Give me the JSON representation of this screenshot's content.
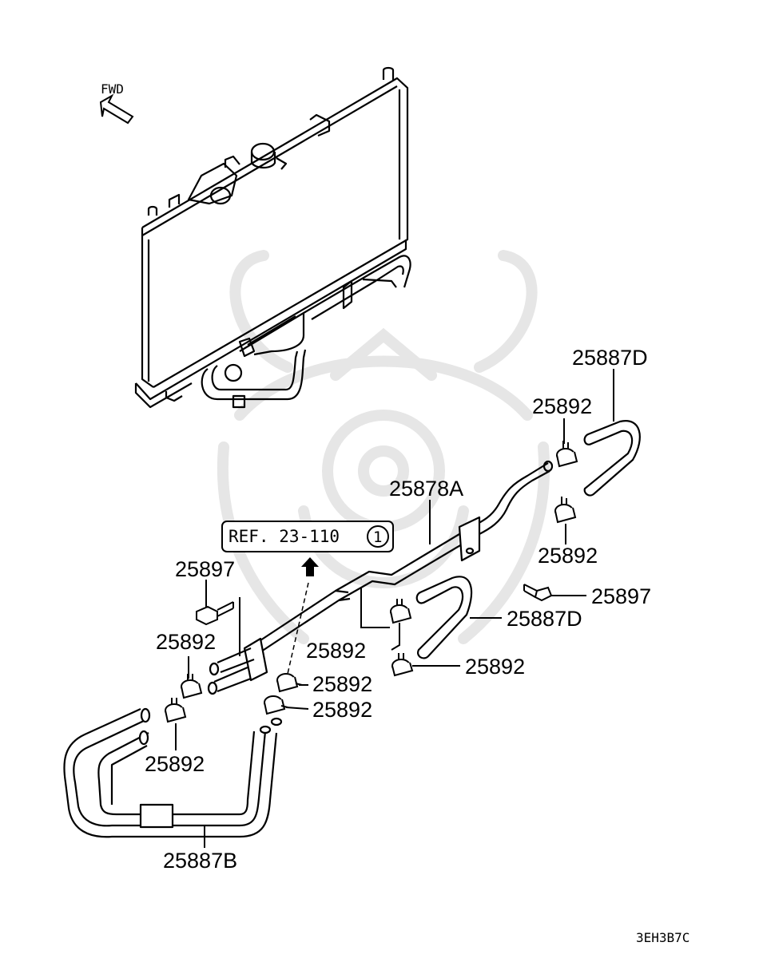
{
  "fwd_label": "FWD",
  "reference": {
    "text": "REF. 23-110",
    "circled_number": "1"
  },
  "drawing_code": "3EH3B7C",
  "part_labels": {
    "hose_d_upper": "25887D",
    "clamp_upper_1": "25892",
    "clamp_upper_2": "25892",
    "pipe_a": "25878A",
    "bolt_right": "25897",
    "hose_d_lower": "25887D",
    "bolt_left": "25897",
    "clamp_left_1": "25892",
    "clamp_center_1": "25892",
    "clamp_lower_right": "25892",
    "clamp_center_2": "25892",
    "clamp_center_3": "25892",
    "clamp_left_2": "25892",
    "hose_b": "25887B"
  },
  "icons": {
    "fwd_arrow": "fwd-arrow-icon",
    "ref_arrow": "up-arrow-icon",
    "watermark": "samurai-helmet-watermark-icon"
  },
  "colors": {
    "ink": "#000000",
    "watermark": "#e6e6e6",
    "background": "#ffffff"
  }
}
